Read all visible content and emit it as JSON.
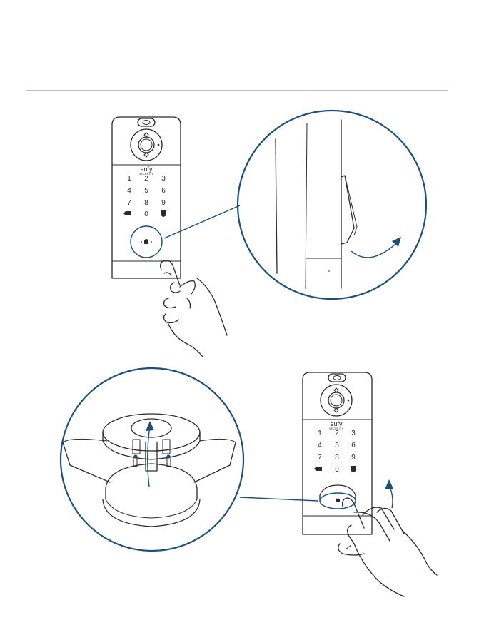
{
  "keypad": {
    "rows": [
      [
        "1",
        "2",
        "3"
      ],
      [
        "4",
        "5",
        "6"
      ],
      [
        "7",
        "8",
        "9"
      ],
      [
        "",
        "0",
        ""
      ]
    ]
  },
  "brand": {
    "name": "eufy",
    "sub": "SECURITY"
  },
  "colors": {
    "accent": "#1f4e79",
    "line": "#2a2a2a",
    "divider": "#9a9a9a"
  },
  "icons": {
    "backspace": "backspace-icon",
    "shield": "shield-icon",
    "bell": "doorbell-icon",
    "arrow": "curved-arrow-icon"
  }
}
